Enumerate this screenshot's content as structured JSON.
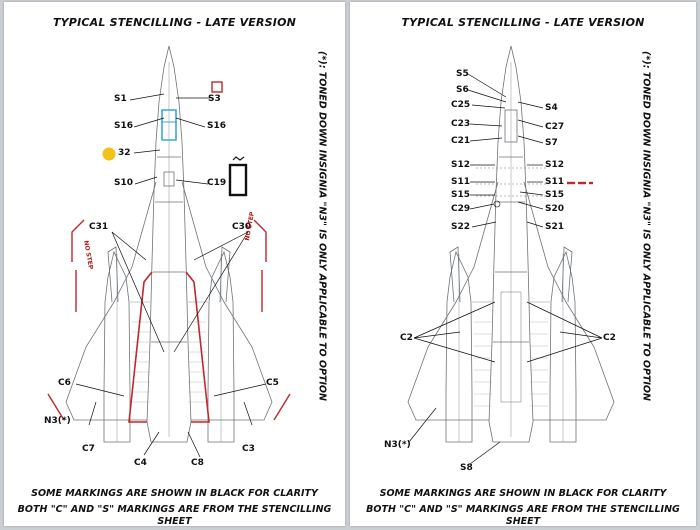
{
  "left_sheet": {
    "title": "TYPICAL STENCILLING - LATE VERSION",
    "callouts": [
      "S1",
      "S3",
      "S16",
      "S16",
      "32",
      "S10",
      "C19",
      "C31",
      "C30",
      "C6",
      "C5",
      "N3(*)",
      "C7",
      "C4",
      "C8",
      "C3"
    ],
    "no_step": [
      "NO STEP",
      "NO STEP"
    ],
    "vertical_note": "(*): TONED DOWN INSIGNIA \"N3\" IS ONLY APPLICABLE TO OPTION",
    "footer_line1": "SOME MARKINGS ARE SHOWN IN BLACK FOR CLARITY",
    "footer_line2": "BOTH \"C\" AND \"S\" MARKINGS ARE FROM THE STENCILLING SHEET"
  },
  "right_sheet": {
    "title": "TYPICAL STENCILLING - LATE VERSION",
    "callouts": [
      "S5",
      "S6",
      "C25",
      "S4",
      "C23",
      "C27",
      "C21",
      "S7",
      "S12",
      "S12",
      "S11",
      "S11",
      "S15",
      "S15",
      "C29",
      "S20",
      "S22",
      "S21",
      "C2",
      "C2",
      "N3(*)",
      "S8"
    ],
    "vertical_note": "(*): TONED DOWN INSIGNIA \"N3\" IS ONLY APPLICABLE TO OPTION",
    "footer_line1": "SOME MARKINGS ARE SHOWN IN BLACK FOR CLARITY",
    "footer_line2": "BOTH \"C\" AND \"S\" MARKINGS ARE FROM THE STENCILLING SHEET"
  },
  "colors": {
    "outline": "#6e7378",
    "stencil_red": "#c0282d",
    "marker_yellow": "#f2c218",
    "canopy_cyan": "#39a9d6"
  }
}
